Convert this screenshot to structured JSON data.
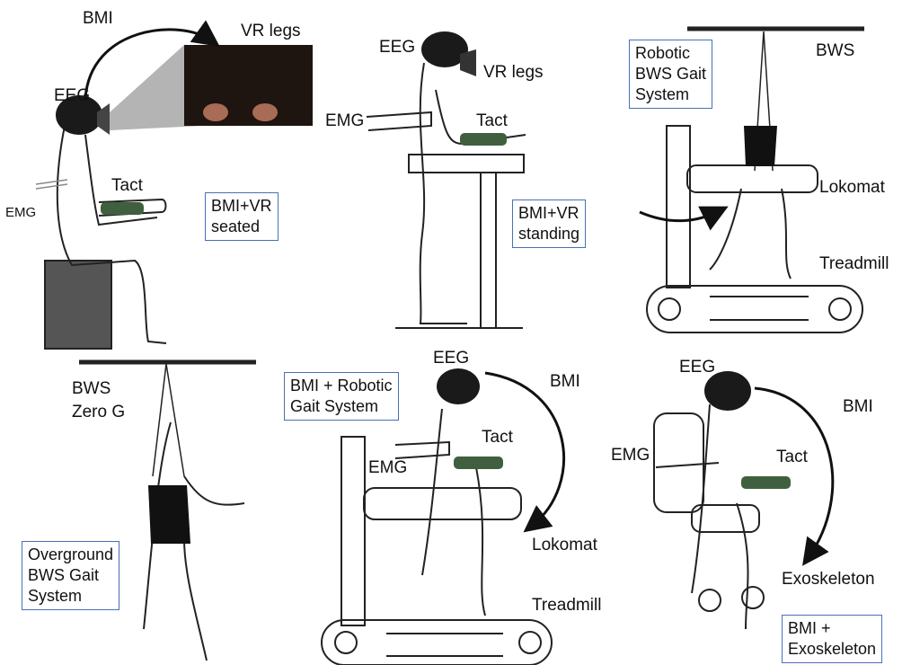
{
  "panels": {
    "seated": {
      "bmi": "BMI",
      "vr_legs": "VR legs",
      "eeg": "EEG",
      "emg": "EMG",
      "tact": "Tact",
      "caption": "BMI+VR\nseated"
    },
    "standing": {
      "eeg": "EEG",
      "vr_legs": "VR legs",
      "emg": "EMG",
      "tact": "Tact",
      "caption": "BMI+VR\nstanding"
    },
    "robotic": {
      "caption": "Robotic\nBWS Gait\nSystem",
      "bws": "BWS",
      "lokomat": "Lokomat",
      "treadmill": "Treadmill"
    },
    "overground": {
      "bws": "BWS",
      "zero_g": "Zero G",
      "caption": "Overground\nBWS Gait\nSystem"
    },
    "bmi_robotic": {
      "caption": "BMI + Robotic\nGait System",
      "eeg": "EEG",
      "bmi": "BMI",
      "tact": "Tact",
      "emg": "EMG",
      "lokomat": "Lokomat",
      "treadmill": "Treadmill"
    },
    "exo": {
      "eeg": "EEG",
      "bmi": "BMI",
      "emg": "EMG",
      "tact": "Tact",
      "exoskeleton": "Exoskeleton",
      "caption": "BMI +\nExoskeleton"
    }
  }
}
